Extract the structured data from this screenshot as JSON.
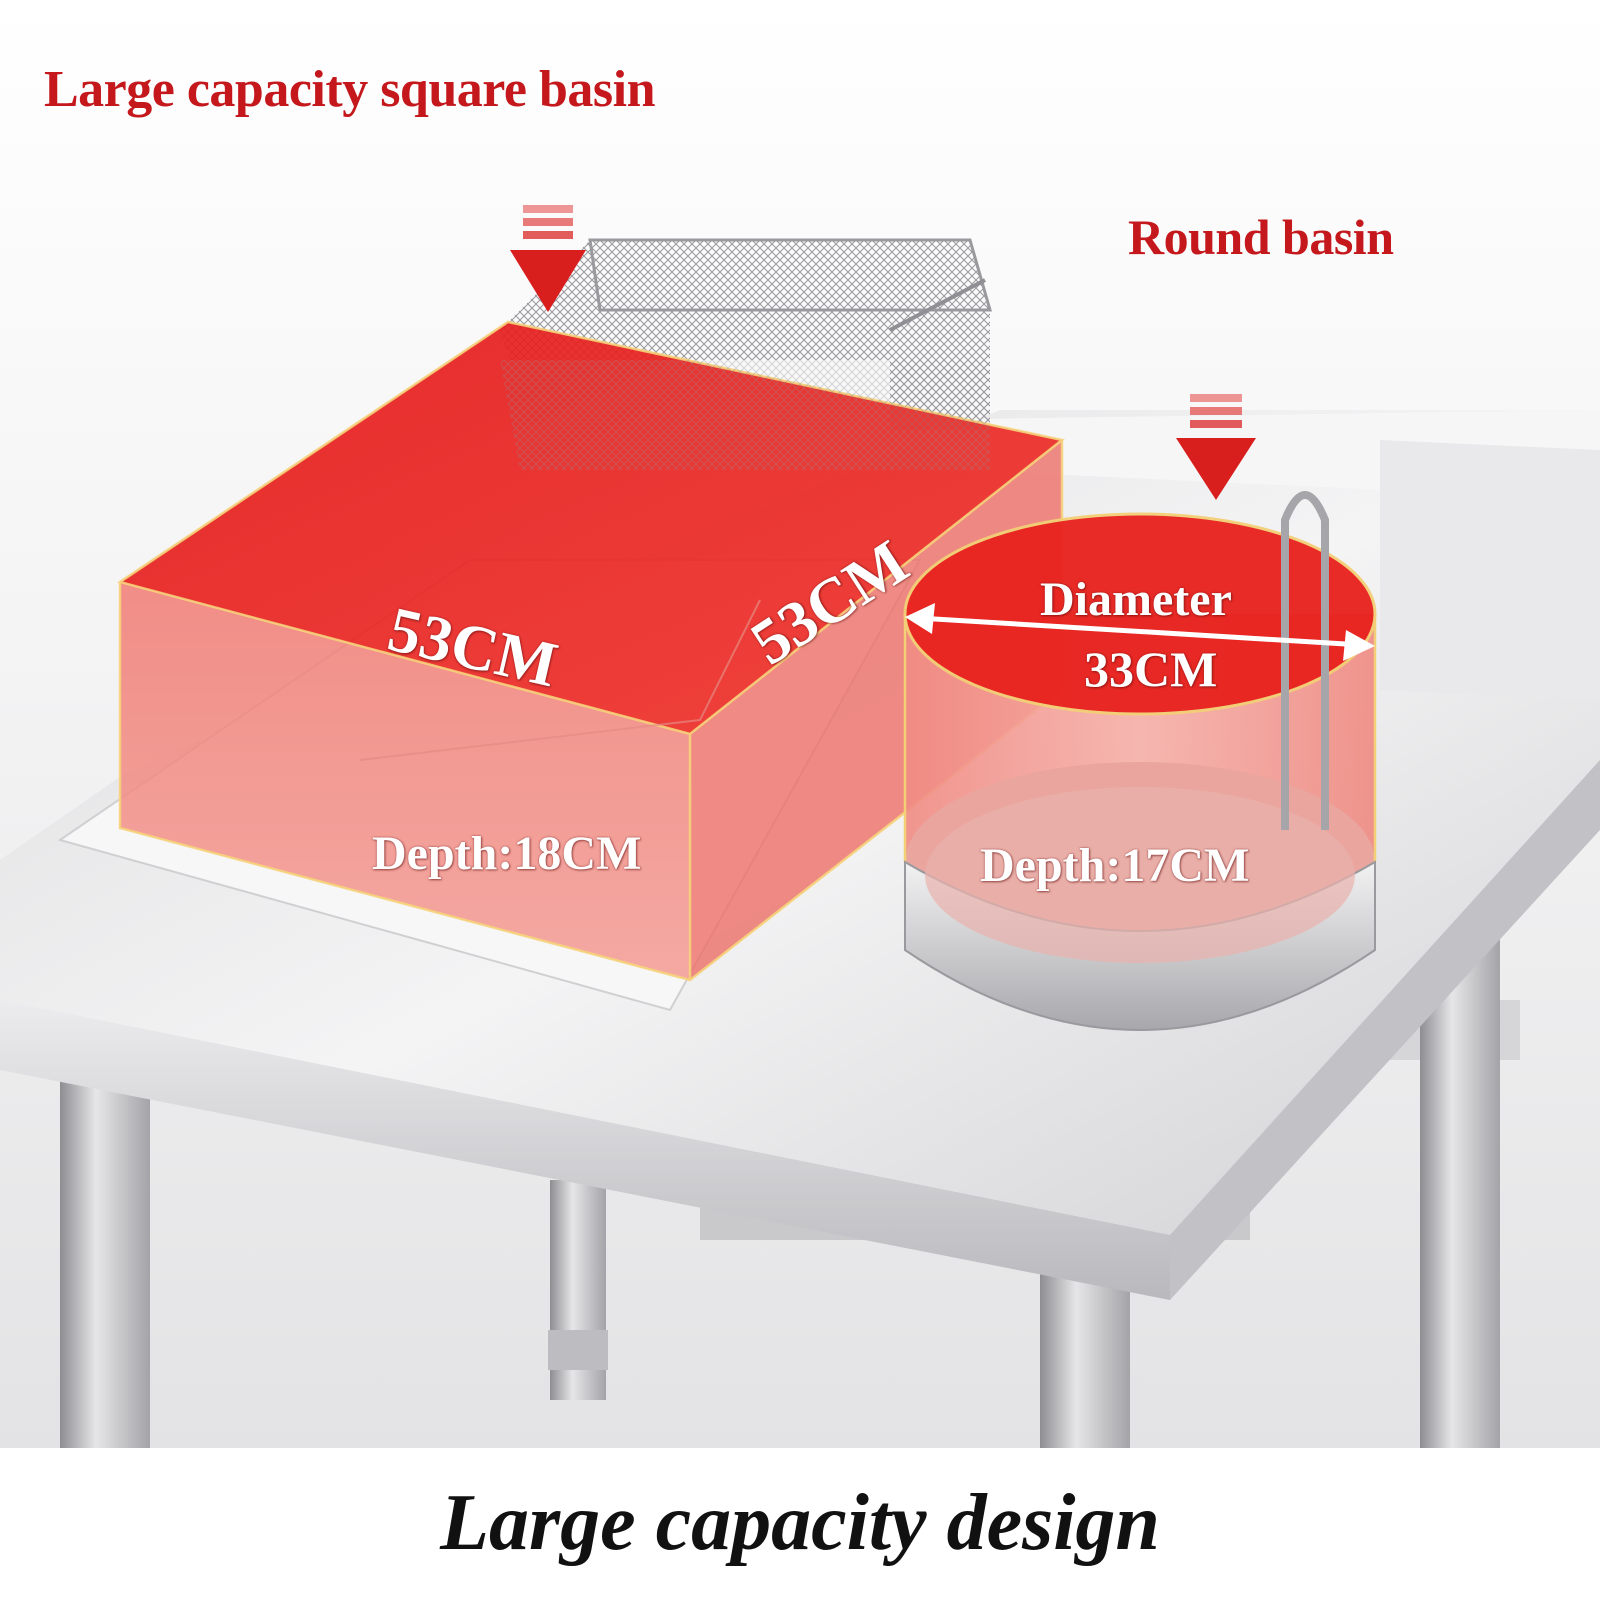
{
  "labels": {
    "square_basin_title": "Large capacity square basin",
    "round_basin_title": "Round basin",
    "square_width": "53CM",
    "square_length": "53CM",
    "square_depth": "Depth:18CM",
    "round_diameter_label": "Diameter",
    "round_diameter_value": "33CM",
    "round_depth": "Depth:17CM"
  },
  "footer": {
    "caption": "Large capacity design"
  },
  "colors": {
    "accent_red": "#c4181c",
    "overlay_red": "#e8201c",
    "steel_light": "#e4e4e6",
    "steel_mid": "#c8c8cb",
    "steel_dark": "#9c9ca0"
  }
}
